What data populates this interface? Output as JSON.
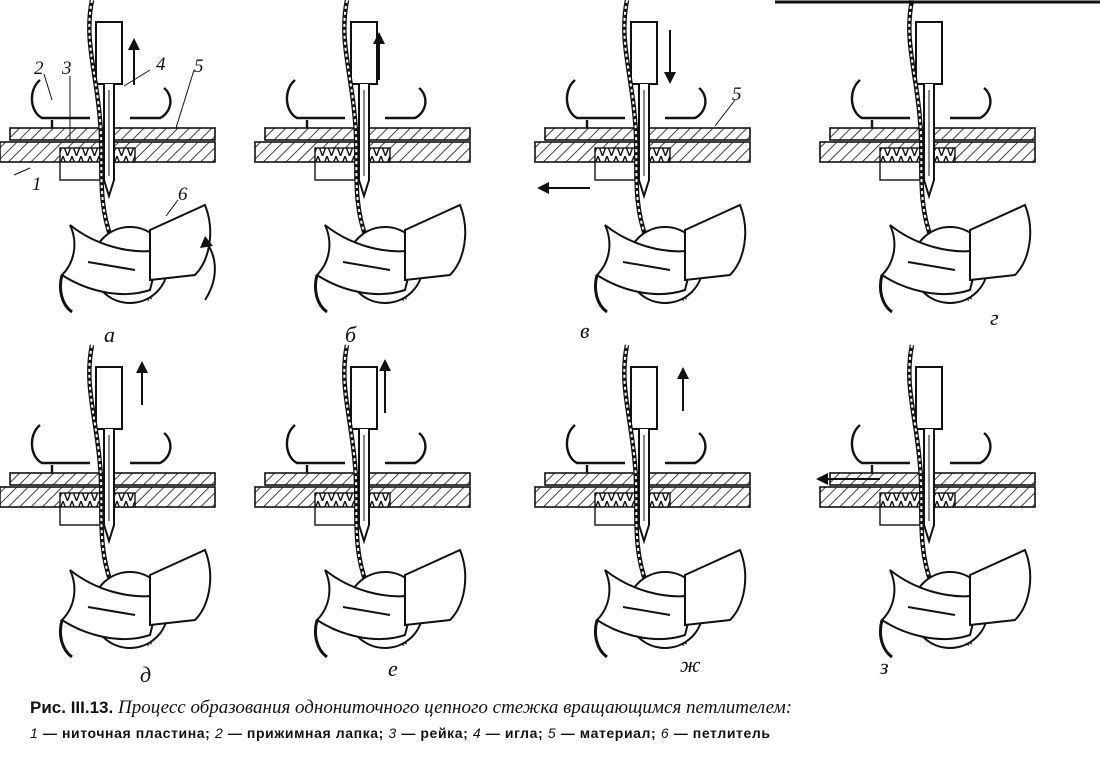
{
  "panels": [
    {
      "label": "а"
    },
    {
      "label": "б"
    },
    {
      "label": "в"
    },
    {
      "label": "г"
    },
    {
      "label": "д"
    },
    {
      "label": "е"
    },
    {
      "label": "ж"
    },
    {
      "label": "з"
    }
  ],
  "callouts": {
    "n1": "1",
    "n2": "2",
    "n3": "3",
    "n4": "4",
    "n5": "5",
    "n6": "6",
    "n5_panel_c": "5"
  },
  "caption": {
    "figure_ref": "Рис. III.13.",
    "title": "Процесс образования однониточного цепного стежка вращающимся петлителем:",
    "legend": [
      {
        "num": "1",
        "text": "— ниточная пластина;"
      },
      {
        "num": "2",
        "text": "— прижимная лапка;"
      },
      {
        "num": "3",
        "text": "— рейка;"
      },
      {
        "num": "4",
        "text": "— игла;"
      },
      {
        "num": "5",
        "text": "— материал;"
      },
      {
        "num": "6",
        "text": "— петлитель"
      }
    ]
  }
}
